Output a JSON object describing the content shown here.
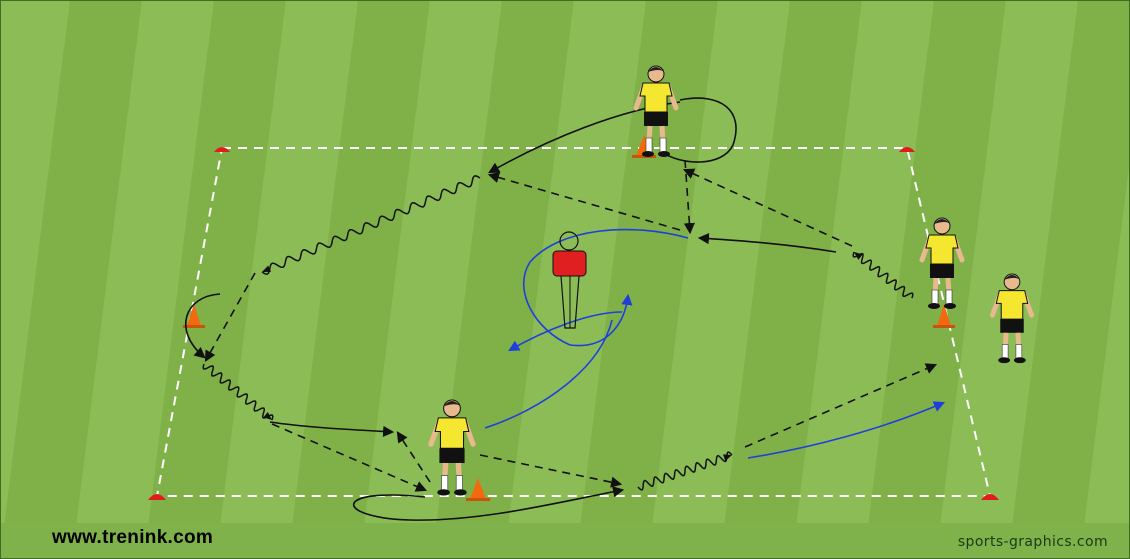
{
  "watermarks": {
    "left": "www.trenink.com",
    "right": "sports-graphics.com"
  },
  "colors": {
    "grass_light": "#8cbc56",
    "grass_dark": "#76a83f",
    "boundary": "#ffffff",
    "pass_line": "#111111",
    "run_line": "#1f3fdc",
    "cone_marker": "#e01c1c",
    "cone_tall": "#f26a10",
    "mannequin": "#e02020",
    "shirt": "#f5e630",
    "shorts": "#111111"
  },
  "elements": {
    "markers": "corner-marker-cone",
    "cones": "orange-cone",
    "players": "player",
    "mannequin": "defender-mannequin"
  }
}
